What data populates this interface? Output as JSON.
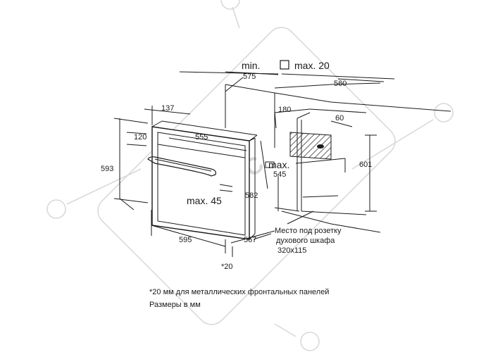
{
  "watermark": {
    "text": "КНС"
  },
  "labels": {
    "min": "min.",
    "max20": "max. 20",
    "d575": "575",
    "d560": "560",
    "d137": "137",
    "d180": "180",
    "d60": "60",
    "d120": "120",
    "d555": "555",
    "d593": "593",
    "d601": "601",
    "max_a": "max.",
    "d545": "545",
    "d582": "582",
    "max45": "max. 45",
    "d595": "595",
    "d567": "567",
    "star20": "*20",
    "socket_1": "Место под розетку",
    "socket_2": "духового шкафа",
    "socket_3": "320х115"
  },
  "footnotes": {
    "line1": "*20 мм для металлических фронтальных панелей",
    "line2": "Размеры в мм"
  },
  "colors": {
    "line": "#1a1a1a",
    "watermark": "#d9d9d9"
  }
}
